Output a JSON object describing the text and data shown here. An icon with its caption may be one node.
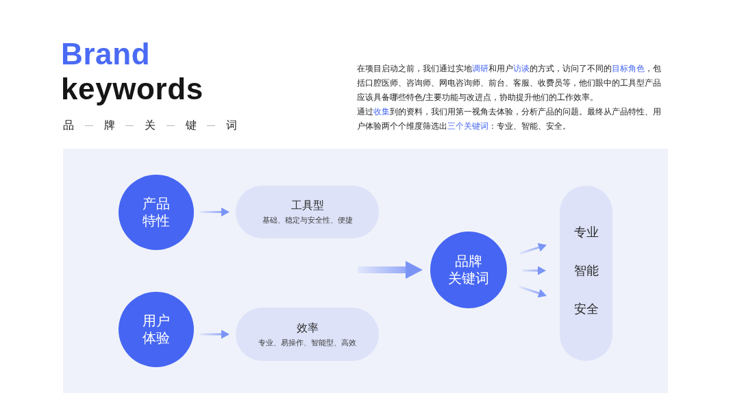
{
  "diagram": {
    "title": "Brand keywords",
    "nodes": [
      {
        "text": [
          "产品特性"
        ]
      },
      {
        "text": [
          "工具型",
          "基础、稳定与安全性、便捷"
        ]
      },
      {
        "text": [
          "用户体验"
        ]
      },
      {
        "text": [
          "效率",
          "专业、易操作、智能型、高效"
        ]
      },
      {
        "text": [
          "品牌关键词"
        ]
      },
      {
        "text": [],
        "shape": "box"
      },
      {
        "text": [
          "专业"
        ],
        "in": 5
      },
      {
        "text": [
          "智能"
        ],
        "in": 5
      },
      {
        "text": [
          "安全"
        ],
        "in": 5
      }
    ],
    "edges": [
      {
        "from": 0,
        "to": 1,
        "arrow": "to"
      },
      {
        "from": 2,
        "to": 3,
        "arrow": "to"
      },
      {
        "from": null,
        "to": 4,
        "arrow": "to",
        "style": "thick"
      },
      {
        "from": 4,
        "to": 6,
        "arrow": "to"
      },
      {
        "from": 4,
        "to": 7,
        "arrow": "to"
      },
      {
        "from": 4,
        "to": 8,
        "arrow": "to"
      }
    ],
    "labels": [
      "品牌关键词",
      "在项目启动之前，我们通过实地**调研**和用户**访谈**的方式，访问了不同的**目标角色**，包括口腔医师、咨询师、网电咨询师、前台、客服、收费员等，他们眼中的工具型产品应该具备哪些特色/主要功能与改进点，协助提升他们的工作效率。",
      "通过**收集**到的资料，我们用第一视角去体验，分析产品的问题。最终从产品特性、用户体验两个个维度筛选出**三个关键词**：专业、智能、安全。"
    ]
  }
}
